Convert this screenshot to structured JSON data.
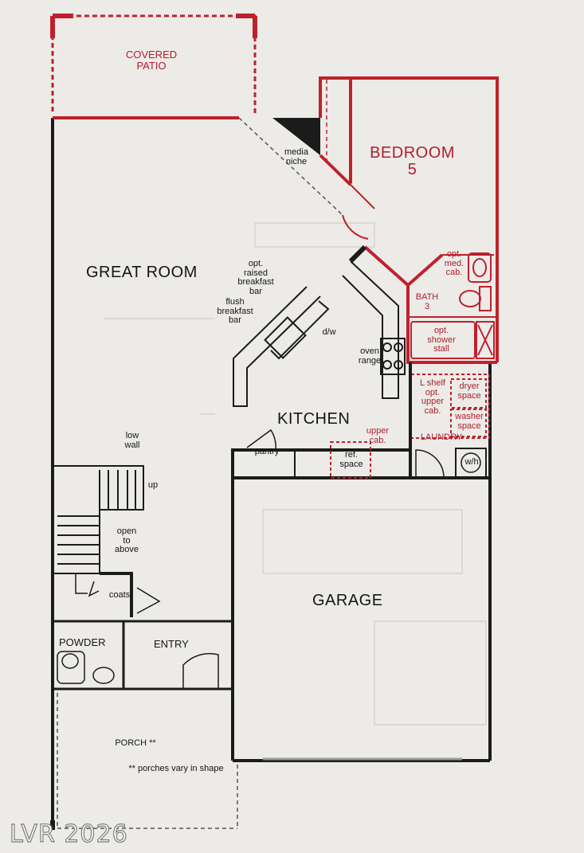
{
  "colors": {
    "wall": "#1b1b1b",
    "accent_wall": "#c0202c",
    "option_text": "#b01e2c",
    "paper": "#ecebe7"
  },
  "rooms": {
    "covered_patio": "COVERED\nPATIO",
    "great_room": "GREAT ROOM",
    "bedroom": "BEDROOM\n5",
    "bath": "BATH\n3",
    "kitchen": "KITCHEN",
    "laundry": "LAUNDRY",
    "garage": "GARAGE",
    "powder": "POWDER",
    "entry": "ENTRY",
    "porch": "PORCH **"
  },
  "notes": {
    "media_niche": "media\nniche",
    "opt_raised_bar": "opt.\nraised\nbreakfast\nbar",
    "flush_bar": "flush\nbreakfast\nbar",
    "dw": "d/w",
    "oven_range": "oven\nrange",
    "opt_med_cab": "opt.\nmed.\ncab.",
    "opt_shower": "opt.\nshower\nstall",
    "l_shelf": "L shelf\nopt.\nupper\ncab.",
    "dryer": "dryer\nspace",
    "washer": "washer\nspace",
    "upper_cab": "upper\ncab.",
    "ref_space": "ref.\nspace",
    "pantry": "pantry",
    "wh": "w/h",
    "low_wall": "low\nwall",
    "up": "up",
    "open_above": "open\nto\nabove",
    "coats": "coats",
    "porch_note": "** porches vary in shape"
  },
  "watermark": "LVR 2026"
}
